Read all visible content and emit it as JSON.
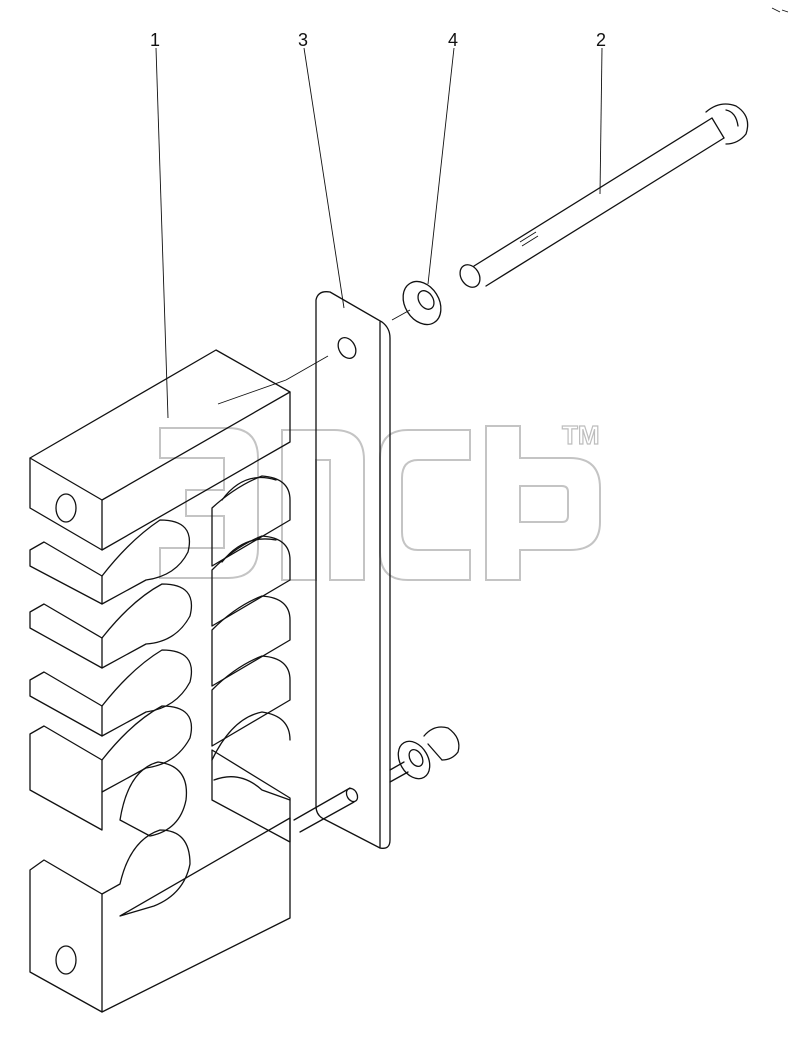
{
  "callouts": {
    "part_1": "1",
    "part_2": "2",
    "part_3": "3",
    "part_4": "4"
  },
  "watermark": {
    "trademark": "TM",
    "color": "#c4c4c4"
  },
  "colors": {
    "line": "#111111",
    "background": "#ffffff"
  }
}
